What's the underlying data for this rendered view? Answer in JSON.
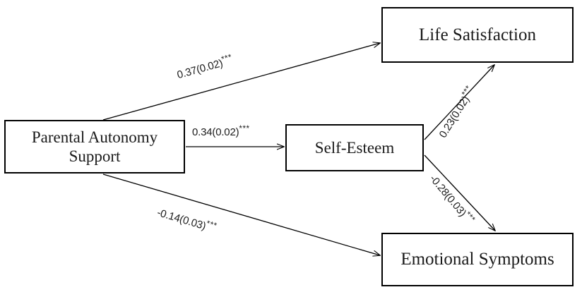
{
  "diagram": {
    "type": "path-model",
    "title": "Parental Autonomy Support path model",
    "background_color": "#ffffff",
    "line_color": "#000000",
    "text_color": "#1a1a1a",
    "nodes": [
      {
        "id": "parental-autonomy-support",
        "label": "Parental Autonomy\nSupport"
      },
      {
        "id": "self-esteem",
        "label": "Self-Esteem"
      },
      {
        "id": "life-satisfaction",
        "label": "Life Satisfaction"
      },
      {
        "id": "emotional-symptoms",
        "label": "Emotional Symptoms"
      }
    ],
    "edges": [
      {
        "id": "pas-to-life",
        "from": "parental-autonomy-support",
        "to": "life-satisfaction",
        "estimate": "0.37",
        "standard_error": "(0.02)",
        "significance": "***",
        "label": "0.37(0.02)"
      },
      {
        "id": "pas-to-selfesteem",
        "from": "parental-autonomy-support",
        "to": "self-esteem",
        "estimate": "0.34",
        "standard_error": "(0.02)",
        "significance": "***",
        "label": "0.34(0.02)"
      },
      {
        "id": "pas-to-emotional",
        "from": "parental-autonomy-support",
        "to": "emotional-symptoms",
        "estimate": "-0.14",
        "standard_error": "(0.03)",
        "significance": "***",
        "label": "-0.14(0.03)"
      },
      {
        "id": "selfesteem-to-life",
        "from": "self-esteem",
        "to": "life-satisfaction",
        "estimate": "0.23",
        "standard_error": "(0.02)",
        "significance": "***",
        "label": "0.23(0.02)"
      },
      {
        "id": "selfesteem-to-emotional",
        "from": "self-esteem",
        "to": "emotional-symptoms",
        "estimate": "-0.28",
        "standard_error": "(0.03)",
        "significance": "***",
        "label": "-0.28(0.03)"
      }
    ]
  }
}
